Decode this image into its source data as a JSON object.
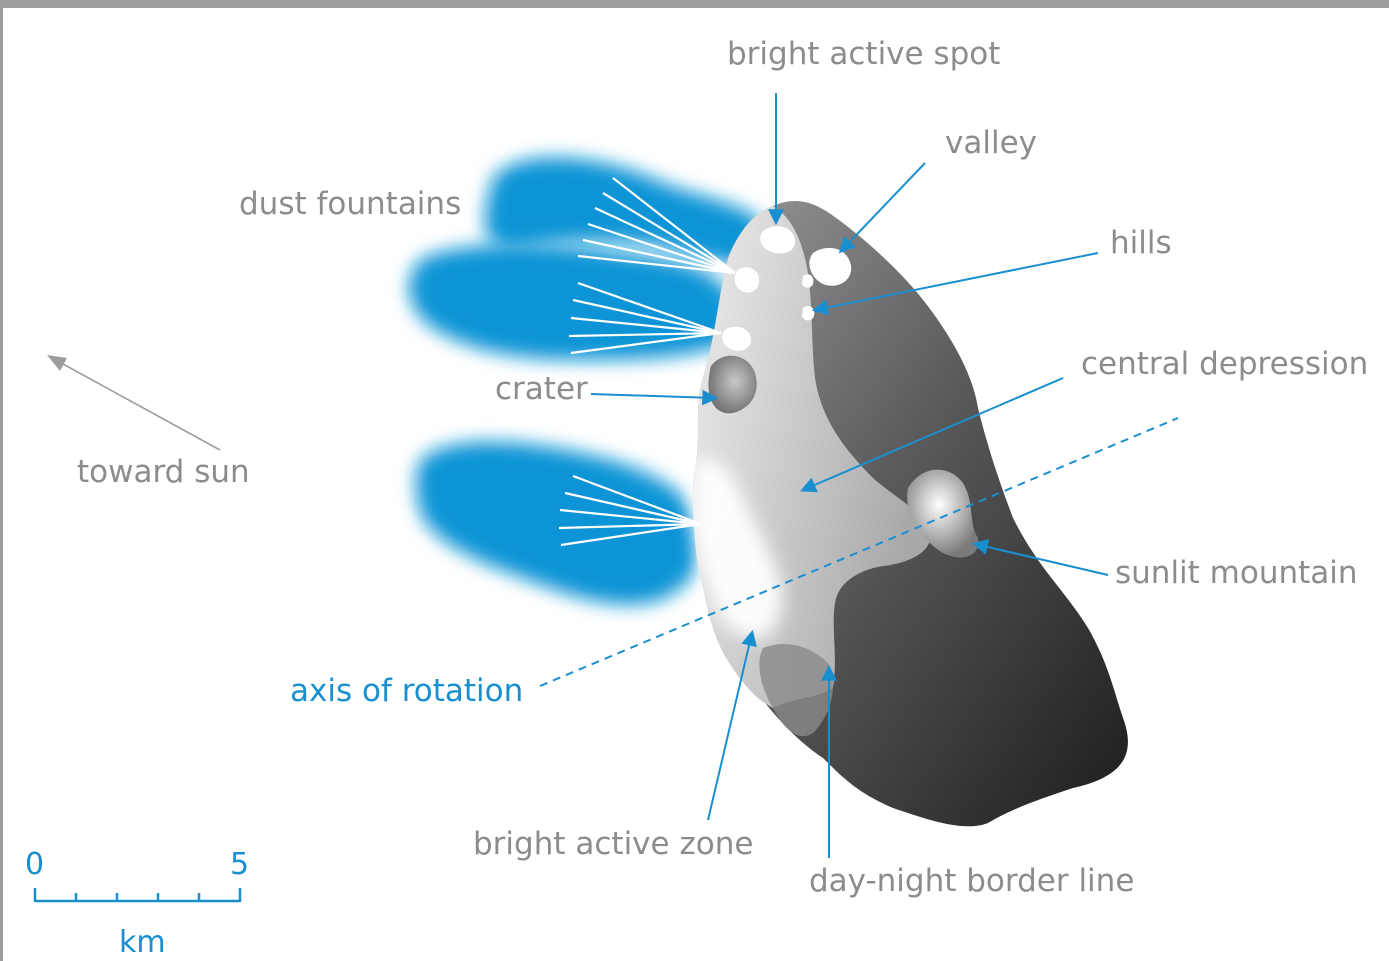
{
  "labels": {
    "bright_active_spot": "bright active spot",
    "valley": "valley",
    "dust_fountains": "dust fountains",
    "hills": "hills",
    "central_depression": "central depression",
    "crater": "crater",
    "toward_sun": "toward sun",
    "sunlit_mountain": "sunlit mountain",
    "axis_of_rotation": "axis of rotation",
    "bright_active_zone": "bright active zone",
    "day_night_border": "day-night border line"
  },
  "scale_bar": {
    "start": "0",
    "end": "5",
    "unit": "km"
  },
  "colors": {
    "label_gray": "#8c8c8e",
    "accent_blue": "#1a8fd0",
    "dust_blue": "#0f94d6",
    "frame_gray": "#9d9d9f"
  }
}
